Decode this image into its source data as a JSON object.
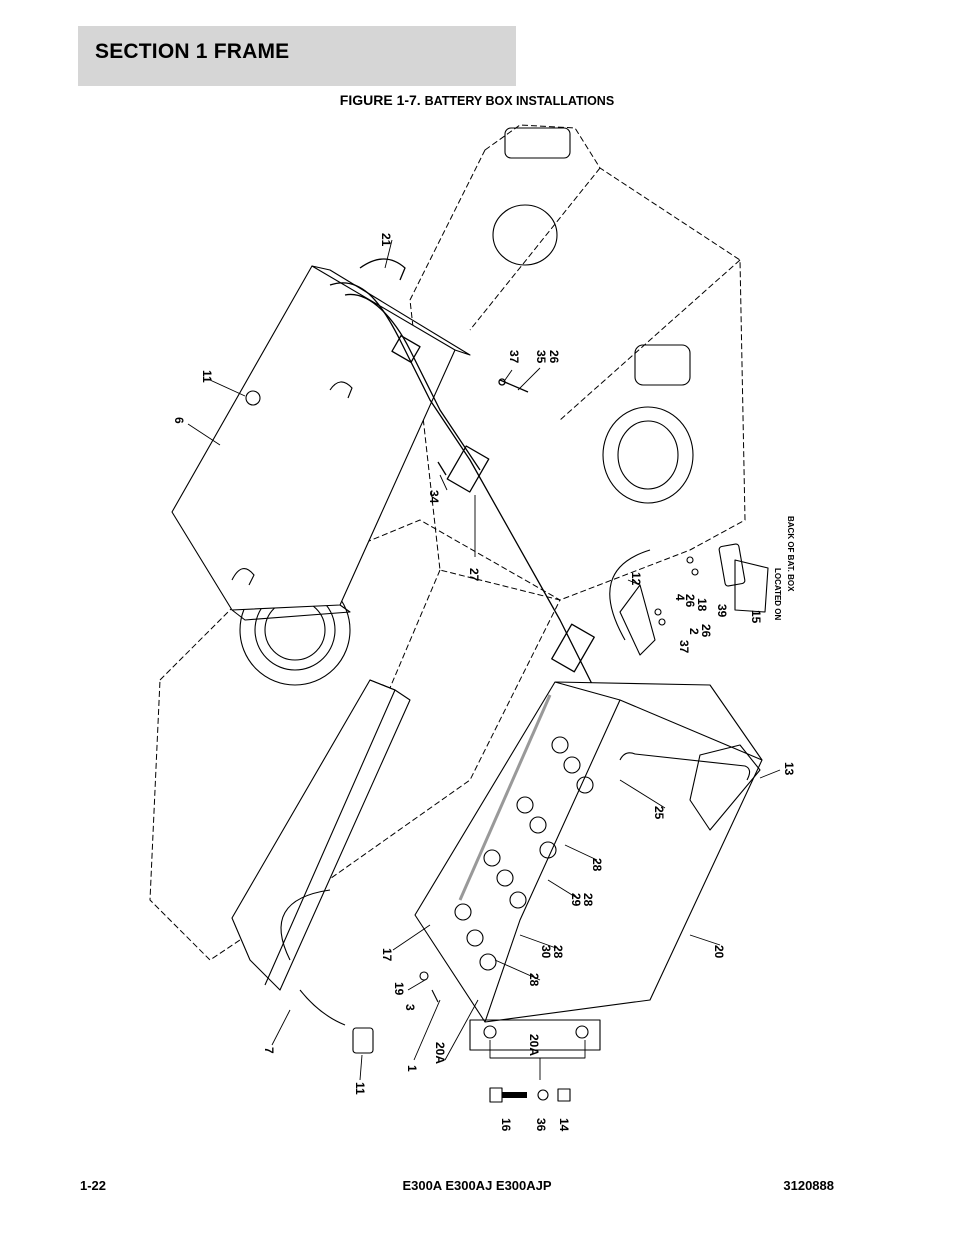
{
  "header": {
    "section_title": "SECTION 1  FRAME"
  },
  "figure": {
    "label": "FIGURE 1-7.",
    "caption": "BATTERY BOX INSTALLATIONS"
  },
  "callouts": {
    "c21": "21",
    "c11a": "11",
    "c6": "6",
    "c37a": "37",
    "c35": "35",
    "c26a": "26",
    "c34": "34",
    "c27": "27",
    "c12": "12",
    "c4": "4",
    "c26b": "26",
    "c18": "18",
    "c39": "39",
    "c15": "15",
    "c2": "2",
    "c26c": "26",
    "c37b": "37",
    "c13": "13",
    "c25": "25",
    "c28a": "28",
    "c29": "29",
    "c28b": "28",
    "c30": "30",
    "c28c": "28",
    "c28d": "28",
    "c20": "20",
    "c17": "17",
    "c19": "19",
    "c3": "3",
    "c1": "1",
    "c20a1": "20A",
    "c20a2": "20A",
    "c7": "7",
    "c11b": "11",
    "c16": "16",
    "c36": "36",
    "c14": "14",
    "note_line1": "LOCATED ON",
    "note_line2": "BACK OF BAT. BOX"
  },
  "footer": {
    "page": "1-22",
    "models": "E300A E300AJ E300AJP",
    "doc_number": "3120888"
  }
}
